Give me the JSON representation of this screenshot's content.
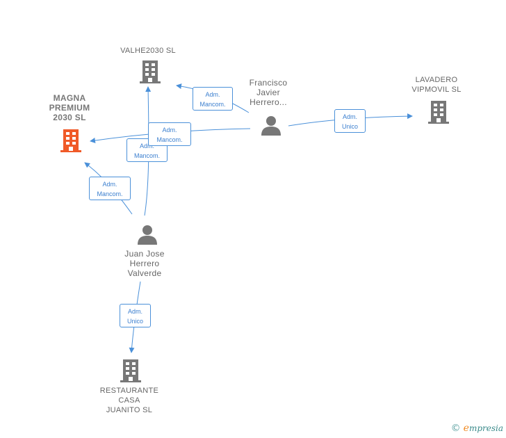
{
  "nodes": {
    "valhe": {
      "label": "VALHE2030 SL",
      "kind": "company",
      "color": "#777777"
    },
    "magna": {
      "label": "MAGNA\nPREMIUM\n2030  SL",
      "kind": "company",
      "color": "#f05a28"
    },
    "francisco": {
      "label": "Francisco\nJavier\nHerrero...",
      "kind": "person",
      "color": "#777777"
    },
    "lavadero": {
      "label": "LAVADERO\nVIPMOVIL  SL",
      "kind": "company",
      "color": "#777777"
    },
    "juan": {
      "label": "Juan Jose\nHerrero\nValverde",
      "kind": "person",
      "color": "#777777"
    },
    "restaurante": {
      "label": "RESTAURANTE\nCASA\nJUANITO SL",
      "kind": "company",
      "color": "#777777"
    }
  },
  "edges": [
    {
      "id": "e1",
      "line1": "Adm.",
      "line2": "Mancom."
    },
    {
      "id": "e2",
      "line1": "Adm.",
      "line2": "Mancom."
    },
    {
      "id": "e3",
      "line1": "Adm.",
      "line2": "Mancom."
    },
    {
      "id": "e4",
      "line1": "Adm.",
      "line2": "Unico"
    },
    {
      "id": "e5",
      "line1": "Adm.",
      "line2": "Mancom."
    },
    {
      "id": "e6",
      "line1": "Adm.",
      "line2": "Unico"
    }
  ],
  "colors": {
    "edge": "#4a90d9",
    "accent": "#f05a28",
    "neutral": "#777777"
  },
  "footer": {
    "copyright_symbol": "©",
    "brand_initial": "e",
    "brand_rest": "mpresia"
  }
}
